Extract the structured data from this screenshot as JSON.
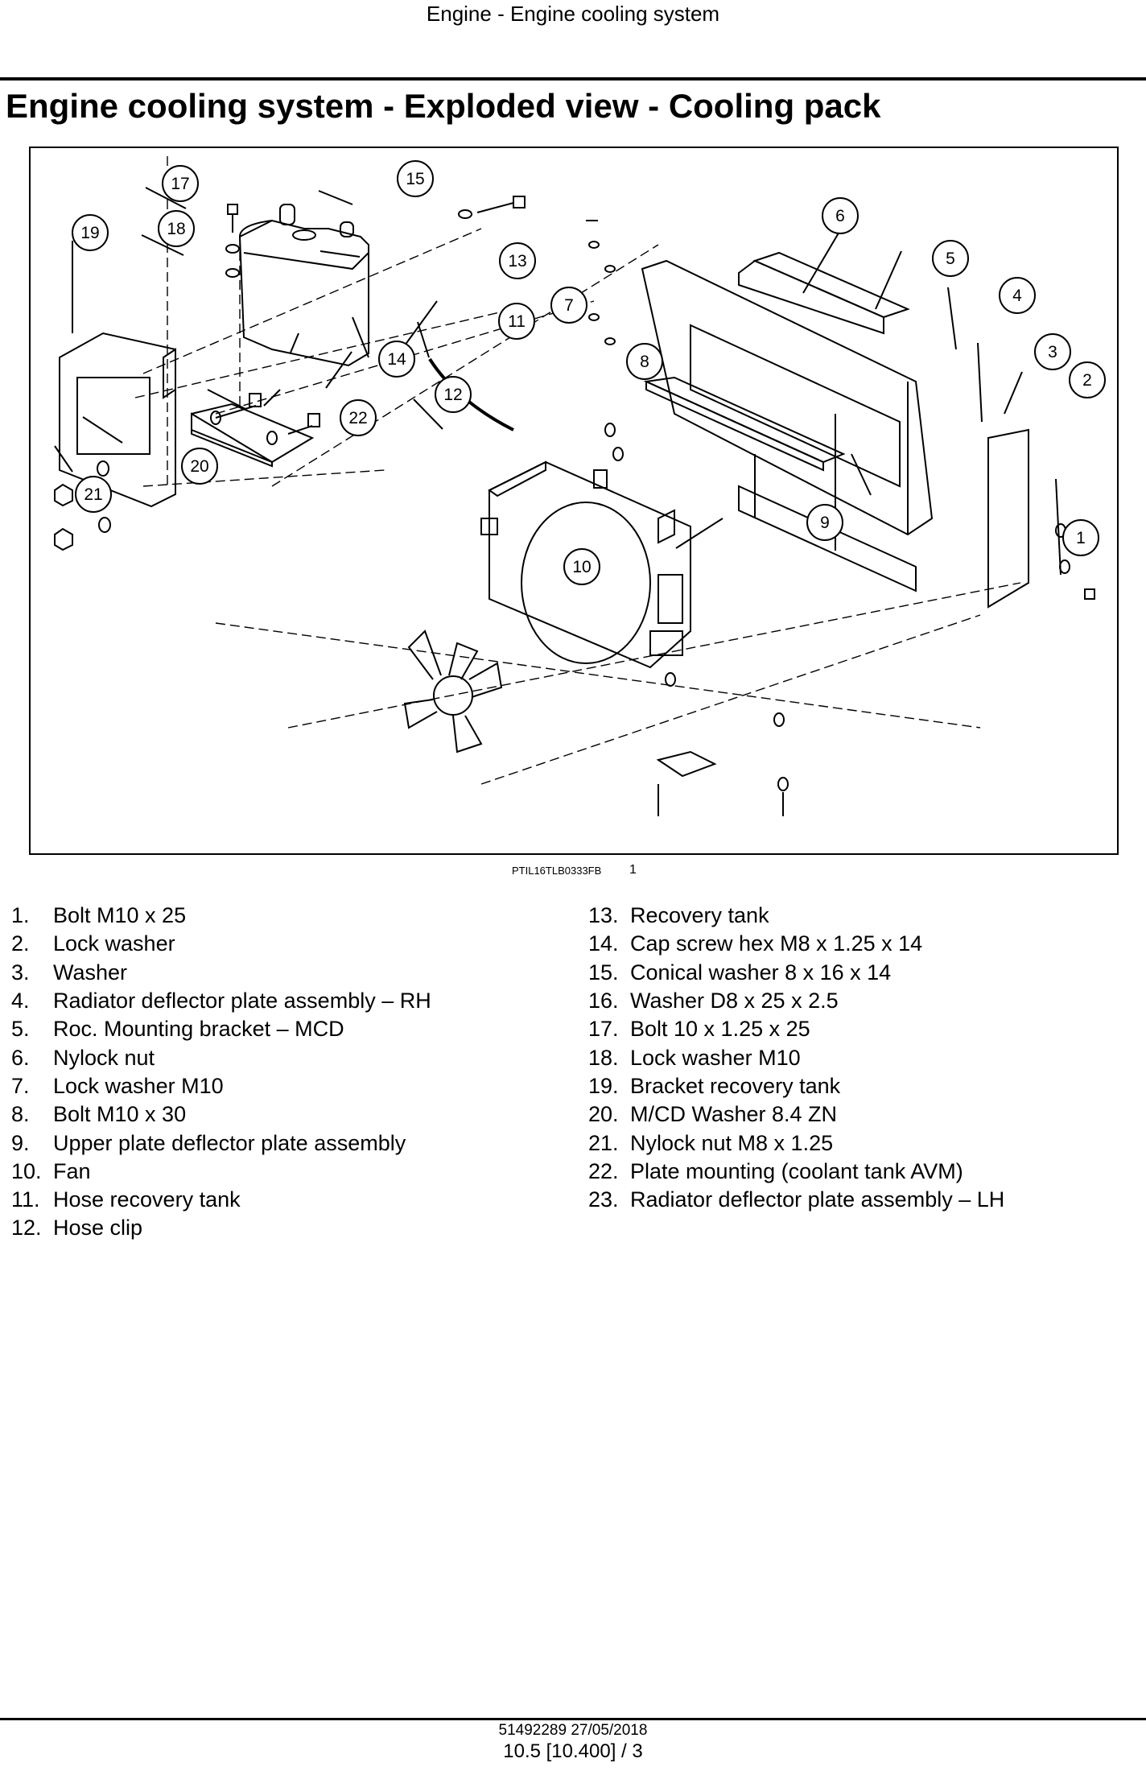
{
  "header": {
    "running_title": "Engine - Engine cooling system"
  },
  "title": "Engine cooling system - Exploded view - Cooling pack",
  "figure": {
    "reference_code": "PTIL16TLB0333FB",
    "figure_number": "1",
    "callouts": [
      "1",
      "2",
      "3",
      "4",
      "5",
      "6",
      "7",
      "8",
      "9",
      "10",
      "11",
      "12",
      "13",
      "14",
      "15",
      "17",
      "18",
      "19",
      "20",
      "21",
      "22"
    ]
  },
  "parts_left": [
    {
      "num": "1.",
      "label": "Bolt M10 x 25"
    },
    {
      "num": "2.",
      "label": "Lock washer"
    },
    {
      "num": "3.",
      "label": "Washer"
    },
    {
      "num": "4.",
      "label": "Radiator deflector plate assembly – RH"
    },
    {
      "num": "5.",
      "label": "Roc. Mounting bracket – MCD"
    },
    {
      "num": "6.",
      "label": "Nylock nut"
    },
    {
      "num": "7.",
      "label": "Lock washer M10"
    },
    {
      "num": "8.",
      "label": "Bolt M10 x 30"
    },
    {
      "num": "9.",
      "label": "Upper plate deflector plate assembly"
    },
    {
      "num": "10.",
      "label": "Fan"
    },
    {
      "num": "11.",
      "label": "Hose recovery tank"
    },
    {
      "num": "12.",
      "label": "Hose clip"
    }
  ],
  "parts_right": [
    {
      "num": "13.",
      "label": "Recovery tank"
    },
    {
      "num": "14.",
      "label": "Cap screw hex M8 x 1.25 x 14"
    },
    {
      "num": "15.",
      "label": "Conical washer 8 x 16 x 14"
    },
    {
      "num": "16.",
      "label": "Washer D8 x 25 x 2.5"
    },
    {
      "num": "17.",
      "label": "Bolt 10 x 1.25 x 25"
    },
    {
      "num": "18.",
      "label": "Lock washer M10"
    },
    {
      "num": "19.",
      "label": "Bracket recovery tank"
    },
    {
      "num": "20.",
      "label": "M/CD Washer 8.4 ZN"
    },
    {
      "num": "21.",
      "label": "Nylock nut M8 x 1.25"
    },
    {
      "num": "22.",
      "label": "Plate mounting (coolant tank AVM)"
    },
    {
      "num": "23.",
      "label": "Radiator deflector plate assembly – LH"
    }
  ],
  "footer": {
    "doc_code": "51492289 27/05/2018",
    "page": "10.5 [10.400] / 3"
  }
}
